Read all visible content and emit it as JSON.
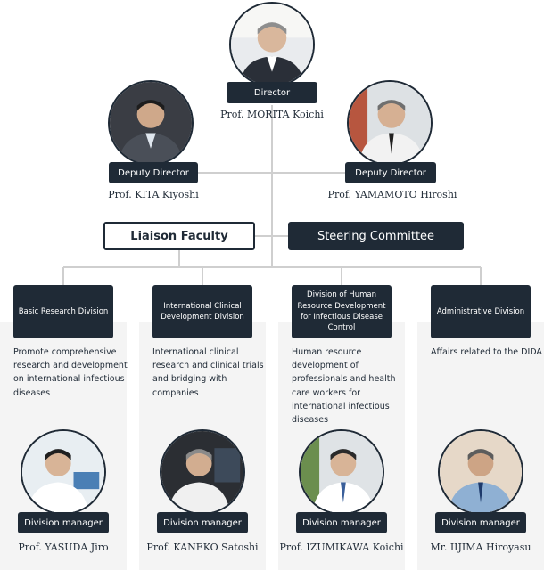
{
  "leadership": {
    "director": {
      "role": "Director",
      "name": "Prof. MORITA Koichi"
    },
    "deputy_left": {
      "role": "Deputy Director",
      "name": "Prof. KITA Kiyoshi"
    },
    "deputy_right": {
      "role": "Deputy Director",
      "name": "Prof. YAMAMOTO Hiroshi"
    }
  },
  "groups": {
    "liaison": "Liaison Faculty",
    "steering": "Steering Committee"
  },
  "divisions": [
    {
      "title": "Basic Research Division",
      "description": "Promote comprehensive research and development on international infectious diseases",
      "manager_role": "Division manager",
      "manager_name": "Prof. YASUDA Jiro"
    },
    {
      "title": "International Clinical Development Division",
      "description": "International clinical research and clinical trials and bridging with companies",
      "manager_role": "Division manager",
      "manager_name": "Prof. KANEKO Satoshi"
    },
    {
      "title": "Division of Human Resource Development for Infectious Disease Control",
      "description": "Human resource development of professionals and health care workers for international infectious diseases",
      "manager_role": "Division manager",
      "manager_name": "Prof. IZUMIKAWA Koichi"
    },
    {
      "title": "Administrative Division",
      "description": "Affairs related to the DIDA",
      "manager_role": "Division manager",
      "manager_name": "Mr. IIJIMA Hiroyasu"
    }
  ],
  "colors": {
    "navy": "#1f2a36",
    "line": "#cfcfcf",
    "panel": "#f4f4f4"
  }
}
